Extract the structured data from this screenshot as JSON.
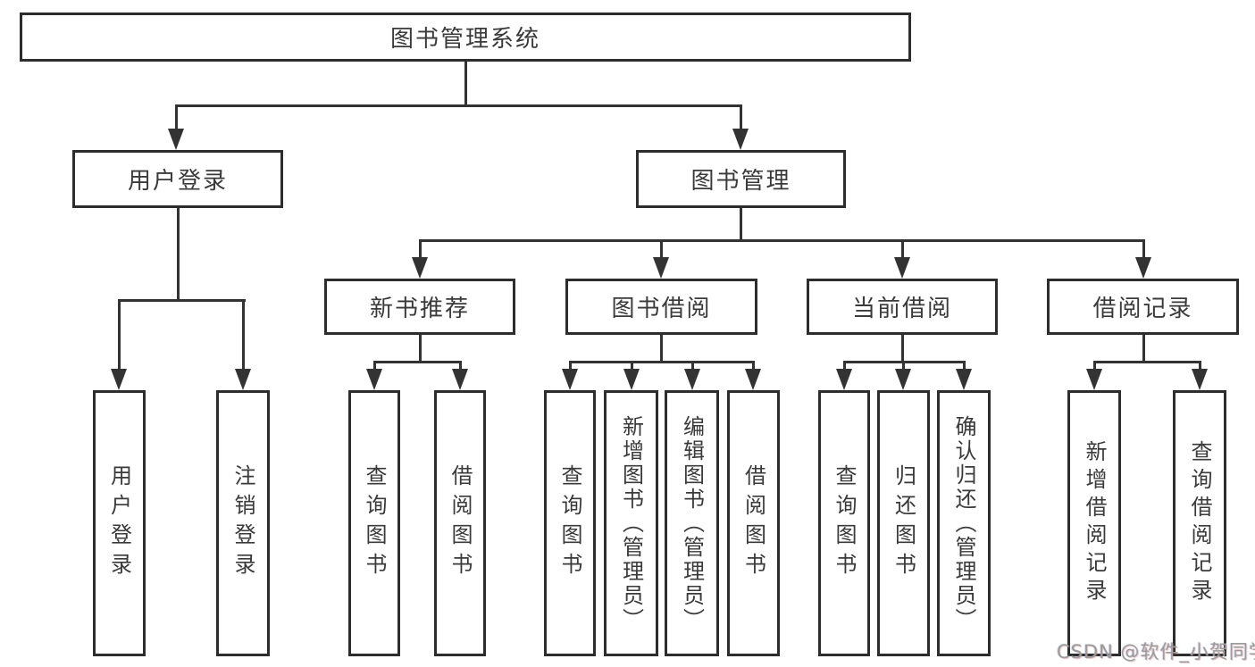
{
  "diagram": {
    "root": {
      "label": "图书管理系统"
    },
    "branches": [
      {
        "label": "用户登录",
        "children": [
          {
            "label": "用户登录"
          },
          {
            "label": "注销登录"
          }
        ]
      },
      {
        "label": "图书管理",
        "children": [
          {
            "label": "新书推荐",
            "children": [
              {
                "label": "查询图书"
              },
              {
                "label": "借阅图书"
              }
            ]
          },
          {
            "label": "图书借阅",
            "children": [
              {
                "label": "查询图书"
              },
              {
                "label": "新增图书（管理员）"
              },
              {
                "label": "编辑图书（管理员）"
              },
              {
                "label": "借阅图书"
              }
            ]
          },
          {
            "label": "当前借阅",
            "children": [
              {
                "label": "查询图书"
              },
              {
                "label": "归还图书"
              },
              {
                "label": "确认归还（管理员）"
              }
            ]
          },
          {
            "label": "借阅记录",
            "children": [
              {
                "label": "新增借阅记录"
              },
              {
                "label": "查询借阅记录"
              }
            ]
          }
        ]
      }
    ]
  },
  "watermark": {
    "text": "CSDN @软件_小贺同学"
  },
  "colors": {
    "background": "#ffffff",
    "box_border": "#2d2d2d",
    "connector_line": "#333333",
    "text": "#3a3a3a",
    "watermark_text": "#9b9b9b"
  }
}
